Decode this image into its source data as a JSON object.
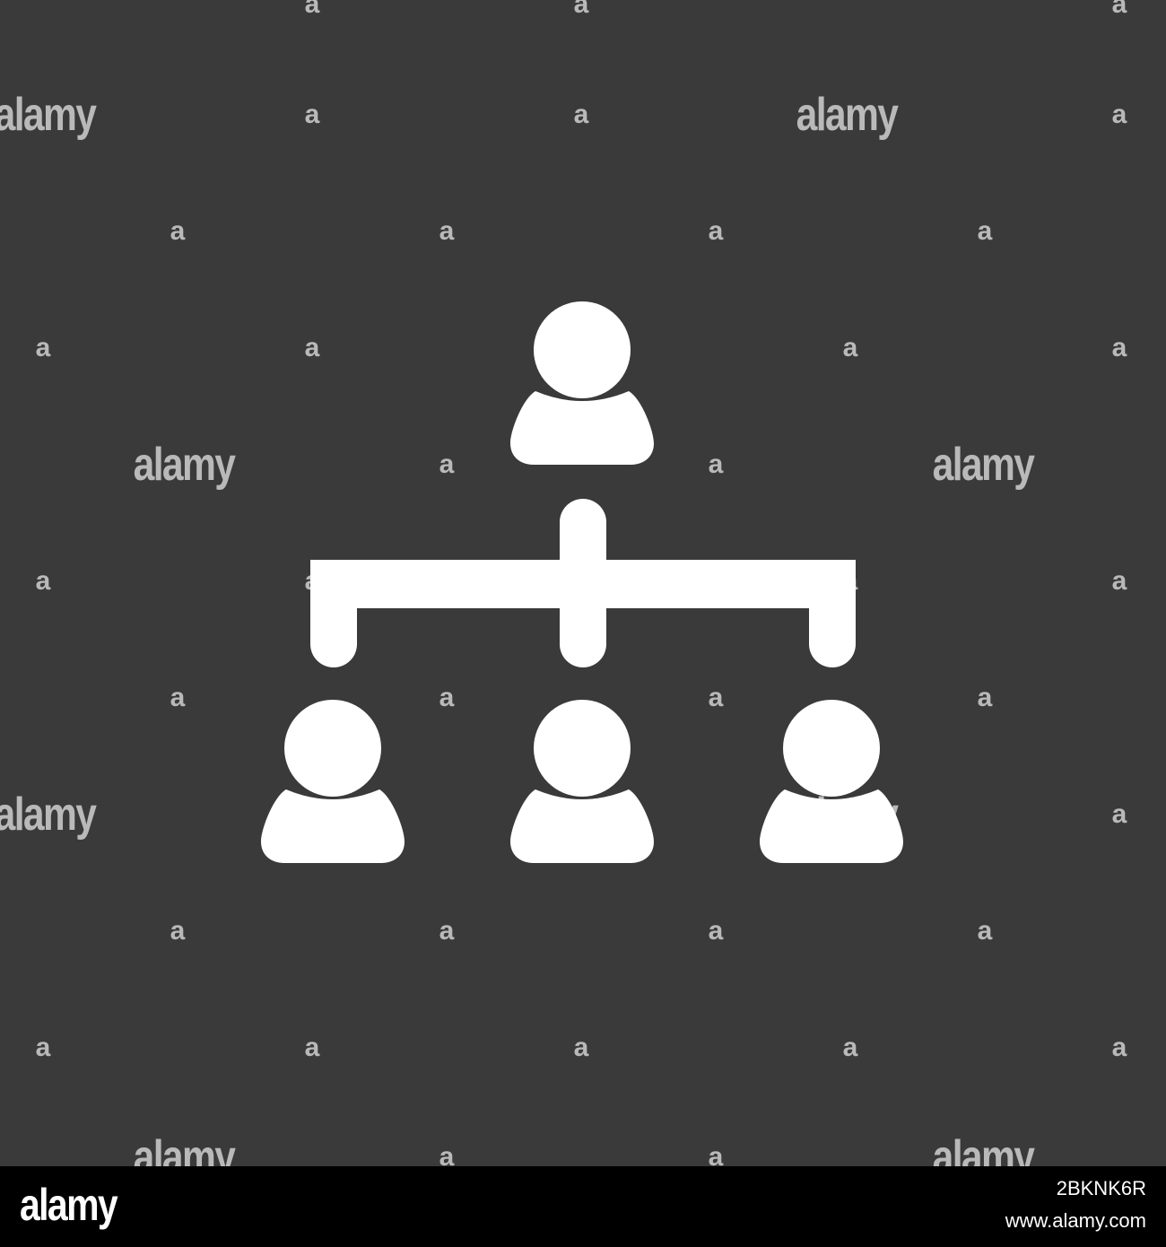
{
  "colors": {
    "background": "#3a3a3a",
    "icon": "#ffffff",
    "watermark": "#b9b9b9",
    "footer": "#000000"
  },
  "illustration": {
    "icon": "organization-hierarchy-icon",
    "people": 4,
    "rows": [
      1,
      3
    ]
  },
  "watermark": {
    "brand": "alamy",
    "mark": "a"
  },
  "footer": {
    "logo": "alamy",
    "image_id": "2BKNK6R",
    "url": "www.alamy.com"
  }
}
